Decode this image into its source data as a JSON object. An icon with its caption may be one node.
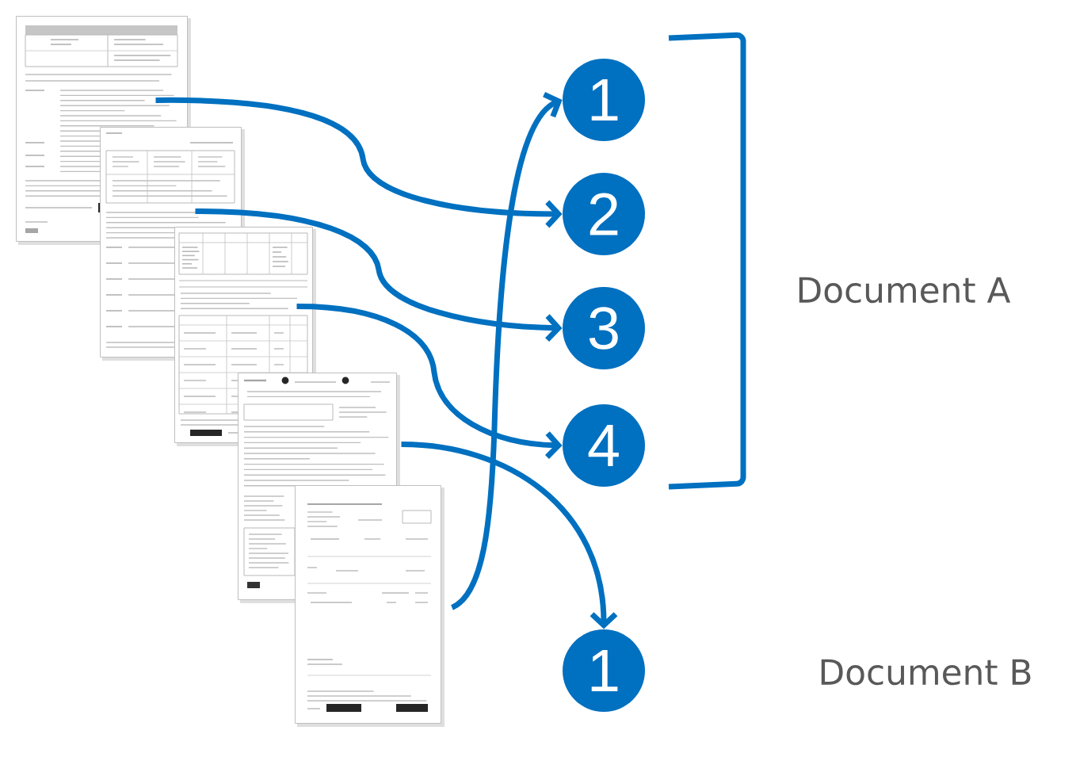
{
  "diagram": {
    "nodes": [
      {
        "text": [],
        "shape": "picture"
      },
      {
        "text": [],
        "shape": "picture"
      },
      {
        "text": [],
        "shape": "picture"
      },
      {
        "text": [],
        "shape": "picture"
      },
      {
        "text": [],
        "shape": "picture"
      },
      {
        "text": [
          "1"
        ]
      },
      {
        "text": [
          "2"
        ]
      },
      {
        "text": [
          "3"
        ]
      },
      {
        "text": [
          "4"
        ]
      },
      {
        "text": [
          "1"
        ]
      }
    ],
    "edges": [
      {
        "from": 0,
        "to": 6,
        "arrow": "to"
      },
      {
        "from": 1,
        "to": 7,
        "arrow": "to"
      },
      {
        "from": 2,
        "to": 8,
        "arrow": "to"
      },
      {
        "from": 3,
        "to": 9,
        "arrow": "to"
      },
      {
        "from": 4,
        "to": 5,
        "arrow": "to"
      }
    ],
    "labels": [
      "Document A",
      "Document B"
    ]
  }
}
